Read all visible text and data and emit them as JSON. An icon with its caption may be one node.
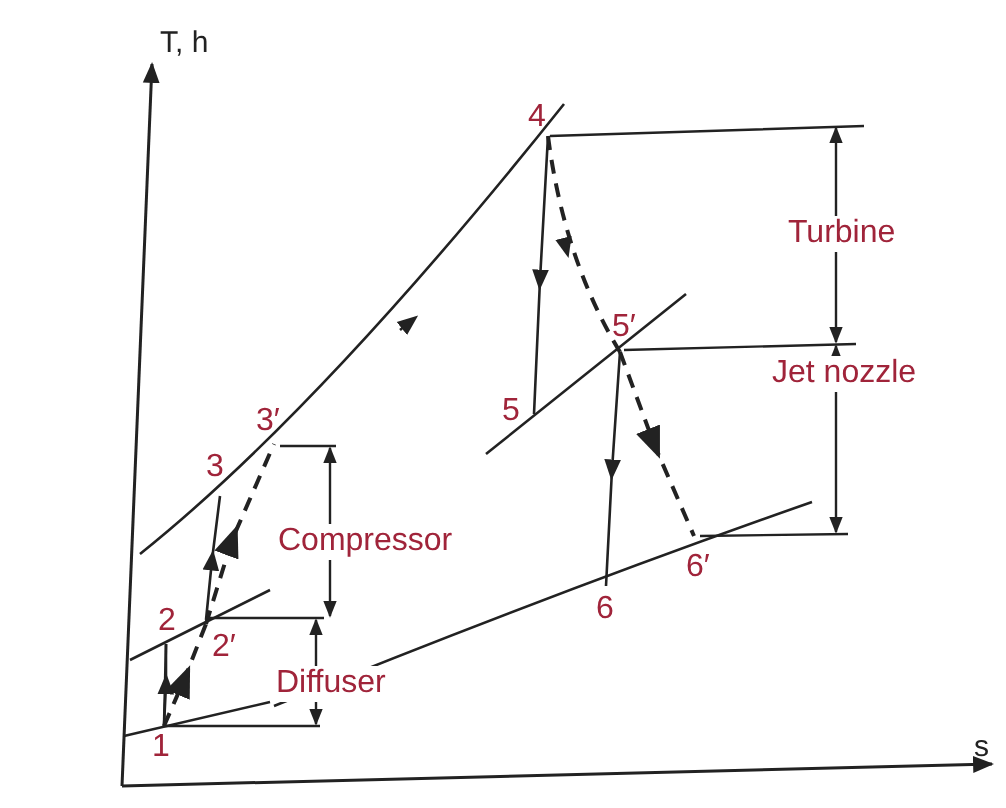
{
  "diagram": {
    "labels": [
      "T, h",
      "4",
      "Turbine",
      "5′",
      "5",
      "Jet nozzle",
      "3′",
      "3",
      "Compressor",
      "6",
      "6′",
      "2",
      "2′",
      "Diffuser",
      "1",
      "s"
    ]
  }
}
